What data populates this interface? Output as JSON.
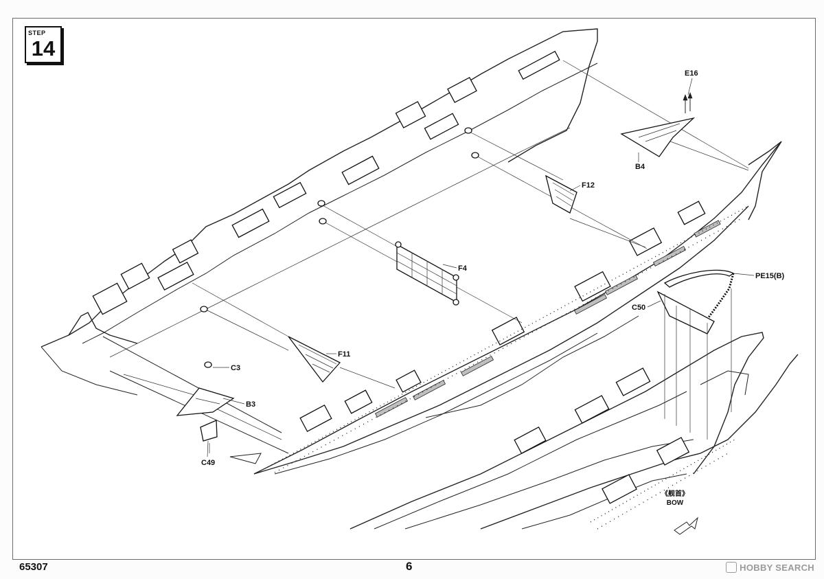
{
  "step": {
    "label": "STEP",
    "number": "14"
  },
  "parts": {
    "e16": "E16",
    "b4": "B4",
    "f12": "F12",
    "f4": "F4",
    "pe15b": "PE15(B)",
    "c50": "C50",
    "f11": "F11",
    "c3": "C3",
    "b3": "B3",
    "c49": "C49"
  },
  "bow": {
    "japanese": "《舰首》",
    "english": "BOW"
  },
  "footer": {
    "code": "65307",
    "page": "6"
  },
  "watermark": "HOBBY SEARCH"
}
